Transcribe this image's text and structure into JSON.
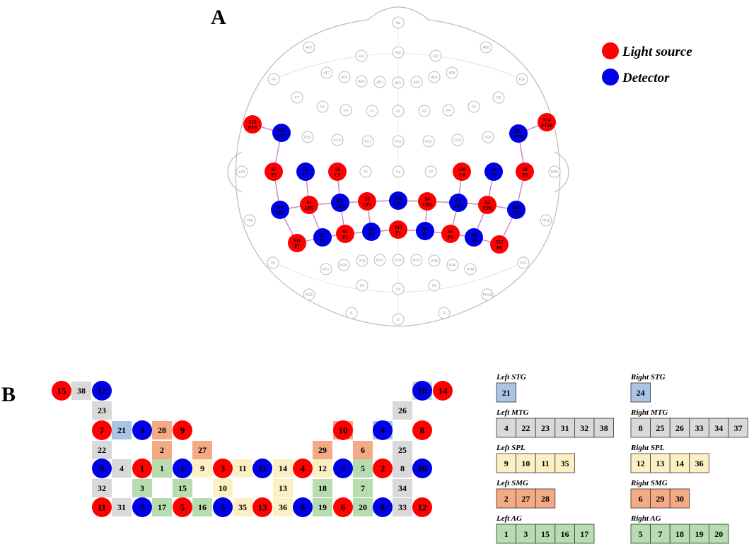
{
  "panel_a_label": "A",
  "panel_b_label": "B",
  "legend": {
    "source_label": "Light source",
    "detector_label": "Detector",
    "source_color": "#ff0000",
    "detector_color": "#0000e6"
  },
  "colors": {
    "STG": "#a9c4e4",
    "MTG": "#d9d9d9",
    "SPL": "#fdefc4",
    "SMG": "#f4aa84",
    "AG": "#b6dcb0",
    "montage_line": "#c983c9",
    "head_outline": "#bbbbbb"
  },
  "ten_twenty_labels": [
    "Nz",
    "AF7",
    "AF8",
    "Fp1",
    "Fpz",
    "Fp2",
    "F9",
    "AF7",
    "AF5",
    "AF3",
    "AF1",
    "AFz",
    "AF4",
    "AF6",
    "AF8",
    "F10",
    "F7",
    "F5",
    "F3",
    "F1",
    "Fz",
    "F2",
    "F4",
    "F6",
    "F8",
    "FC5",
    "FC3",
    "FC1",
    "FCz",
    "FC2",
    "FC4",
    "FC6",
    "LPA",
    "C1",
    "Cz",
    "C2",
    "RPA",
    "TP9",
    "TP10",
    "P9",
    "PO7",
    "PO5",
    "PO3",
    "PO1",
    "POz",
    "PO2",
    "PO4",
    "PO6",
    "PO8",
    "P10",
    "O1",
    "Oz",
    "O2",
    "PO9",
    "PO10",
    "I1",
    "Iz",
    "I2"
  ],
  "optodes_a": [
    {
      "type": "S",
      "label": "S15",
      "sub": "FT9"
    },
    {
      "type": "D",
      "label": "D12",
      "sub": "FT7"
    },
    {
      "type": "S",
      "label": "S14",
      "sub": "FT10"
    },
    {
      "type": "D",
      "label": "D11",
      "sub": "FT8"
    },
    {
      "type": "S",
      "label": "S7",
      "sub": "T9"
    },
    {
      "type": "D",
      "label": "D3",
      "sub": "C5"
    },
    {
      "type": "S",
      "label": "S9",
      "sub": "C3"
    },
    {
      "type": "S",
      "label": "S10",
      "sub": "C4"
    },
    {
      "type": "D",
      "label": "D4",
      "sub": "C6"
    },
    {
      "type": "S",
      "label": "S8",
      "sub": "T8"
    },
    {
      "type": "D",
      "label": "D9",
      "sub": "TP7"
    },
    {
      "type": "S",
      "label": "S1",
      "sub": "CP5"
    },
    {
      "type": "D",
      "label": "D1",
      "sub": "CP3"
    },
    {
      "type": "S",
      "label": "S3",
      "sub": "CP1"
    },
    {
      "type": "D",
      "label": "D11",
      "sub": "CPz"
    },
    {
      "type": "S",
      "label": "S4",
      "sub": "CP2"
    },
    {
      "type": "D",
      "label": "D2",
      "sub": "CP4"
    },
    {
      "type": "S",
      "label": "S2",
      "sub": "CP6"
    },
    {
      "type": "D",
      "label": "D10",
      "sub": "TP8"
    },
    {
      "type": "S",
      "label": "S11",
      "sub": "P7"
    },
    {
      "type": "D",
      "label": "D7",
      "sub": "P5"
    },
    {
      "type": "S",
      "label": "S5",
      "sub": "P3"
    },
    {
      "type": "D",
      "label": "D5",
      "sub": "P1"
    },
    {
      "type": "S",
      "label": "S13",
      "sub": "Pz"
    },
    {
      "type": "D",
      "label": "D6",
      "sub": "P2"
    },
    {
      "type": "S",
      "label": "S6",
      "sub": "P4"
    },
    {
      "type": "D",
      "label": "D8",
      "sub": "P6"
    },
    {
      "type": "S",
      "label": "S12",
      "sub": "P8"
    }
  ],
  "grid_optodes": [
    {
      "type": "S",
      "n": "15"
    },
    {
      "type": "D",
      "n": "12"
    },
    {
      "type": "D",
      "n": "10"
    },
    {
      "type": "S",
      "n": "14"
    },
    {
      "type": "S",
      "n": "7"
    },
    {
      "type": "D",
      "n": "3"
    },
    {
      "type": "S",
      "n": "9"
    },
    {
      "type": "S",
      "n": "10"
    },
    {
      "type": "D",
      "n": "4"
    },
    {
      "type": "S",
      "n": "8"
    },
    {
      "type": "D",
      "n": "9"
    },
    {
      "type": "S",
      "n": "1"
    },
    {
      "type": "D",
      "n": "1"
    },
    {
      "type": "S",
      "n": "3"
    },
    {
      "type": "D",
      "n": "11"
    },
    {
      "type": "S",
      "n": "4"
    },
    {
      "type": "D",
      "n": "2"
    },
    {
      "type": "S",
      "n": "2"
    },
    {
      "type": "D",
      "n": "10"
    },
    {
      "type": "S",
      "n": "11"
    },
    {
      "type": "D",
      "n": "7"
    },
    {
      "type": "S",
      "n": "5"
    },
    {
      "type": "D",
      "n": "5"
    },
    {
      "type": "S",
      "n": "13"
    },
    {
      "type": "D",
      "n": "6"
    },
    {
      "type": "S",
      "n": "6"
    },
    {
      "type": "D",
      "n": "8"
    },
    {
      "type": "S",
      "n": "12"
    }
  ],
  "grid_channels": [
    {
      "n": "38",
      "roi": "MTG"
    },
    {
      "n": "37",
      "roi": "MTG"
    },
    {
      "n": "23",
      "roi": "MTG"
    },
    {
      "n": "26",
      "roi": "MTG"
    },
    {
      "n": "21",
      "roi": "STG"
    },
    {
      "n": "28",
      "roi": "SMG"
    },
    {
      "n": "30",
      "roi": "SMG"
    },
    {
      "n": "24",
      "roi": "STG"
    },
    {
      "n": "22",
      "roi": "MTG"
    },
    {
      "n": "2",
      "roi": "SMG"
    },
    {
      "n": "27",
      "roi": "SMG"
    },
    {
      "n": "29",
      "roi": "SMG"
    },
    {
      "n": "6",
      "roi": "SMG"
    },
    {
      "n": "25",
      "roi": "MTG"
    },
    {
      "n": "4",
      "roi": "MTG"
    },
    {
      "n": "1",
      "roi": "AG"
    },
    {
      "n": "9",
      "roi": "SPL"
    },
    {
      "n": "11",
      "roi": "SPL"
    },
    {
      "n": "14",
      "roi": "SPL"
    },
    {
      "n": "12",
      "roi": "SPL"
    },
    {
      "n": "5",
      "roi": "AG"
    },
    {
      "n": "8",
      "roi": "MTG"
    },
    {
      "n": "32",
      "roi": "MTG"
    },
    {
      "n": "3",
      "roi": "AG"
    },
    {
      "n": "15",
      "roi": "AG"
    },
    {
      "n": "10",
      "roi": "SPL"
    },
    {
      "n": "13",
      "roi": "SPL"
    },
    {
      "n": "18",
      "roi": "AG"
    },
    {
      "n": "7",
      "roi": "AG"
    },
    {
      "n": "34",
      "roi": "MTG"
    },
    {
      "n": "31",
      "roi": "MTG"
    },
    {
      "n": "17",
      "roi": "AG"
    },
    {
      "n": "16",
      "roi": "AG"
    },
    {
      "n": "35",
      "roi": "SPL"
    },
    {
      "n": "36",
      "roi": "SPL"
    },
    {
      "n": "19",
      "roi": "AG"
    },
    {
      "n": "20",
      "roi": "AG"
    },
    {
      "n": "33",
      "roi": "MTG"
    }
  ],
  "roi_groups": [
    {
      "title": "Left STG",
      "roi": "STG",
      "channels": [
        "21"
      ]
    },
    {
      "title": "Right STG",
      "roi": "STG",
      "channels": [
        "24"
      ]
    },
    {
      "title": "Left MTG",
      "roi": "MTG",
      "channels": [
        "4",
        "22",
        "23",
        "31",
        "32",
        "38"
      ]
    },
    {
      "title": "Right MTG",
      "roi": "MTG",
      "channels": [
        "8",
        "25",
        "26",
        "33",
        "34",
        "37"
      ]
    },
    {
      "title": "Left SPL",
      "roi": "SPL",
      "channels": [
        "9",
        "10",
        "11",
        "35"
      ]
    },
    {
      "title": "Right SPL",
      "roi": "SPL",
      "channels": [
        "12",
        "13",
        "14",
        "36"
      ]
    },
    {
      "title": "Left SMG",
      "roi": "SMG",
      "channels": [
        "2",
        "27",
        "28"
      ]
    },
    {
      "title": "Right SMG",
      "roi": "SMG",
      "channels": [
        "6",
        "29",
        "30"
      ]
    },
    {
      "title": "Left AG",
      "roi": "AG",
      "channels": [
        "1",
        "3",
        "15",
        "16",
        "17"
      ]
    },
    {
      "title": "Right AG",
      "roi": "AG",
      "channels": [
        "5",
        "7",
        "18",
        "19",
        "20"
      ]
    }
  ]
}
